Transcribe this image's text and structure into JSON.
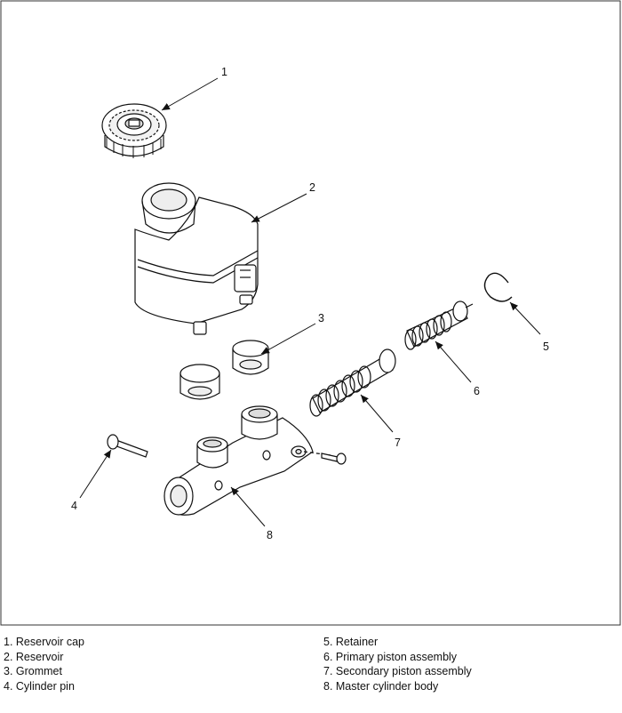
{
  "callouts": [
    "1",
    "2",
    "3",
    "4",
    "5",
    "6",
    "7",
    "8"
  ],
  "legend": [
    "1. Reservoir cap",
    "2. Reservoir",
    "3. Grommet",
    "4. Cylinder pin",
    "5. Retainer",
    "6. Primary piston assembly",
    "7. Secondary piston assembly",
    "8. Master cylinder body"
  ]
}
